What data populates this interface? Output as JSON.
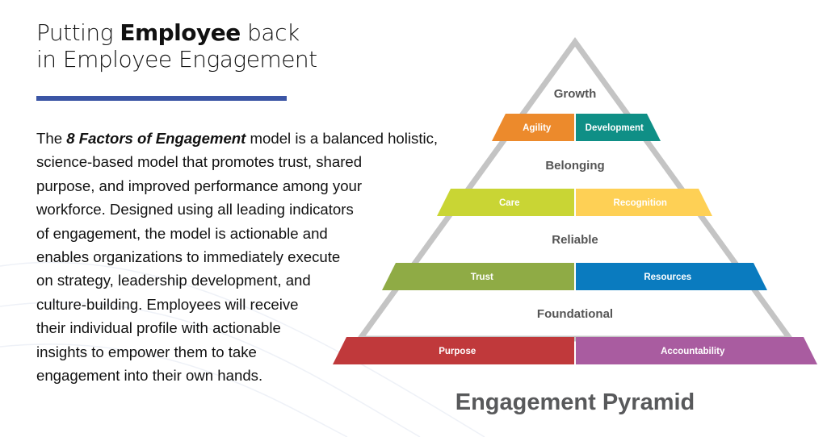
{
  "heading": {
    "line1_pre": "Putting ",
    "line1_bold": "Employee",
    "line1_post": " back",
    "line2": "in Employee Engagement"
  },
  "body": {
    "pre": "The ",
    "italic": "8 Factors of Engagement",
    "lines": [
      " model is a balanced holistic,",
      "science-based model that promotes trust, shared",
      "purpose, and improved performance among your",
      "workforce. Designed using all leading indicators",
      "of engagement, the model is actionable and",
      "enables organizations to immediately execute",
      "on strategy, leadership development, and",
      "culture-building. Employees will receive",
      "their individual profile with actionable",
      "insights to empower them to take",
      "engagement into their own hands."
    ]
  },
  "pyramid": {
    "title": "Engagement Pyramid",
    "levels": [
      {
        "name": "Growth",
        "left": {
          "label": "Agility",
          "color": "#ec8a2c"
        },
        "right": {
          "label": "Development",
          "color": "#0f8f86"
        }
      },
      {
        "name": "Belonging",
        "left": {
          "label": "Care",
          "color": "#c9d534"
        },
        "right": {
          "label": "Recognition",
          "color": "#fed055"
        }
      },
      {
        "name": "Reliable",
        "left": {
          "label": "Trust",
          "color": "#8fab45"
        },
        "right": {
          "label": "Resources",
          "color": "#0a7bbf"
        }
      },
      {
        "name": "Foundational",
        "left": {
          "label": "Purpose",
          "color": "#c0393b"
        },
        "right": {
          "label": "Accountability",
          "color": "#a95ca0"
        }
      }
    ],
    "outline_color": "#c4c4c4"
  }
}
